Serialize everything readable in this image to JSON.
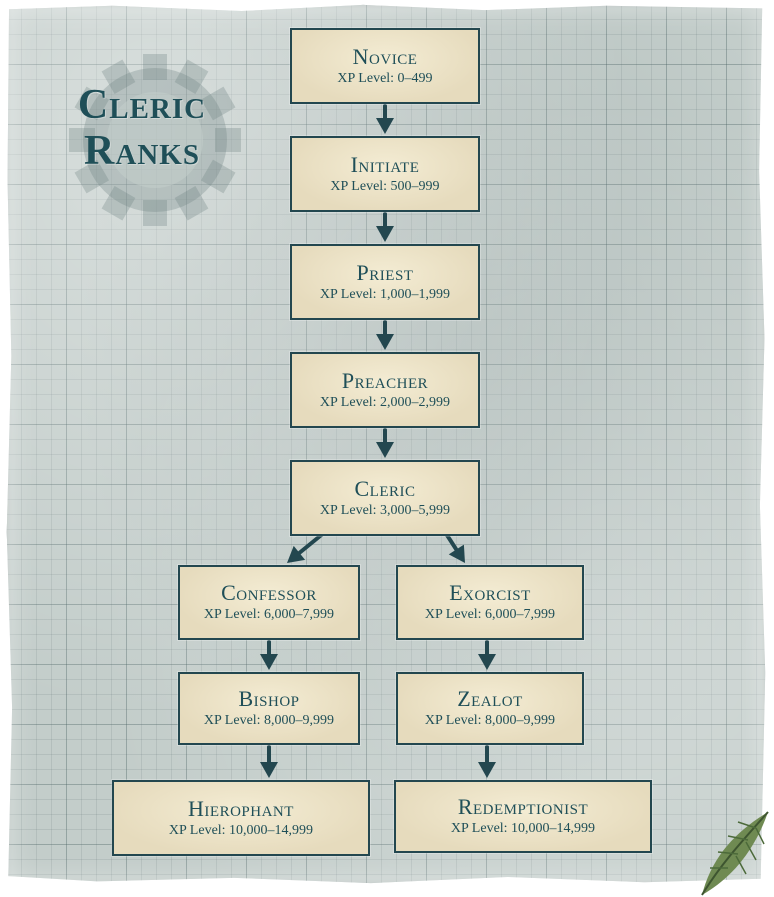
{
  "title": {
    "line1": "Cleric",
    "line2": "Ranks"
  },
  "colors": {
    "accent": "#1f4f58",
    "box_fill": "#e6dbbd",
    "paper": "#c3cdca",
    "border": "#23474f"
  },
  "ranks": [
    {
      "name": "Novice",
      "xp": "XP Level: 0–499"
    },
    {
      "name": "Initiate",
      "xp": "XP Level: 500–999"
    },
    {
      "name": "Priest",
      "xp": "XP Level: 1,000–1,999"
    },
    {
      "name": "Preacher",
      "xp": "XP Level: 2,000–2,999"
    },
    {
      "name": "Cleric",
      "xp": "XP Level: 3,000–5,999"
    },
    {
      "name": "Confessor",
      "xp": "XP Level: 6,000–7,999"
    },
    {
      "name": "Exorcist",
      "xp": "XP Level: 6,000–7,999"
    },
    {
      "name": "Bishop",
      "xp": "XP Level: 8,000–9,999"
    },
    {
      "name": "Zealot",
      "xp": "XP Level: 8,000–9,999"
    },
    {
      "name": "Hierophant",
      "xp": "XP Level: 10,000–14,999"
    },
    {
      "name": "Redemptionist",
      "xp": "XP Level: 10,000–14,999"
    }
  ],
  "links": [
    [
      "Novice",
      "Initiate"
    ],
    [
      "Initiate",
      "Priest"
    ],
    [
      "Priest",
      "Preacher"
    ],
    [
      "Preacher",
      "Cleric"
    ],
    [
      "Cleric",
      "Confessor"
    ],
    [
      "Cleric",
      "Exorcist"
    ],
    [
      "Confessor",
      "Bishop"
    ],
    [
      "Bishop",
      "Hierophant"
    ],
    [
      "Exorcist",
      "Zealot"
    ],
    [
      "Zealot",
      "Redemptionist"
    ]
  ]
}
